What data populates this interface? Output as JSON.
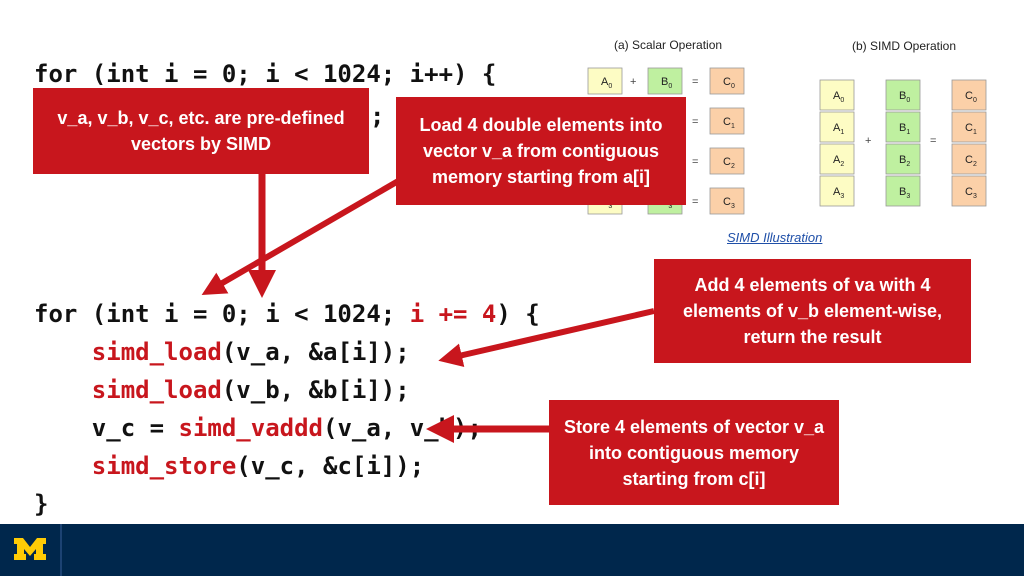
{
  "code_top": {
    "line1": "for (int i = 0; i < 1024; i++) {",
    "line2_tail": ";"
  },
  "code_bottom": {
    "line1_a": "for (int i = 0; i < 1024; ",
    "line1_b": "i += 4",
    "line1_c": ") {",
    "line2_fn": "simd_load",
    "line2_args": "(v_a, &a[i]);",
    "line3_fn": "simd_load",
    "line3_args": "(v_b, &b[i]);",
    "line4_a": "v_c = ",
    "line4_fn": "simd_vaddd",
    "line4_args": "(v_a, v_b);",
    "line5_fn": "simd_store",
    "line5_args": "(v_c, &c[i]);",
    "line6": "}"
  },
  "callouts": {
    "vectors": "v_a, v_b, v_c, etc. are pre-defined vectors by SIMD",
    "load": "Load 4 double elements into vector v_a from contiguous memory starting from a[i]",
    "add": "Add 4 elements of va with 4 elements of v_b element-wise, return the result",
    "store": "Store 4 elements of vector v_a into contiguous memory starting from c[i]"
  },
  "diagram": {
    "scalar_title": "(a) Scalar Operation",
    "simd_title": "(b) SIMD Operation",
    "plus": "+",
    "equals": "=",
    "a_labels": [
      "A0",
      "A1",
      "A2",
      "A3"
    ],
    "b_labels": [
      "B0",
      "B1",
      "B2",
      "B3"
    ],
    "c_labels": [
      "C0",
      "C1",
      "C2",
      "C3"
    ],
    "colors": {
      "a": "#fdfcc4",
      "b": "#bff0a0",
      "c": "#fbd0a8",
      "border": "#999999"
    }
  },
  "link": {
    "simd_illustration": "SIMD Illustration"
  },
  "colors": {
    "red": "#c8161d",
    "navy": "#00274c",
    "maize": "#ffcb05"
  }
}
